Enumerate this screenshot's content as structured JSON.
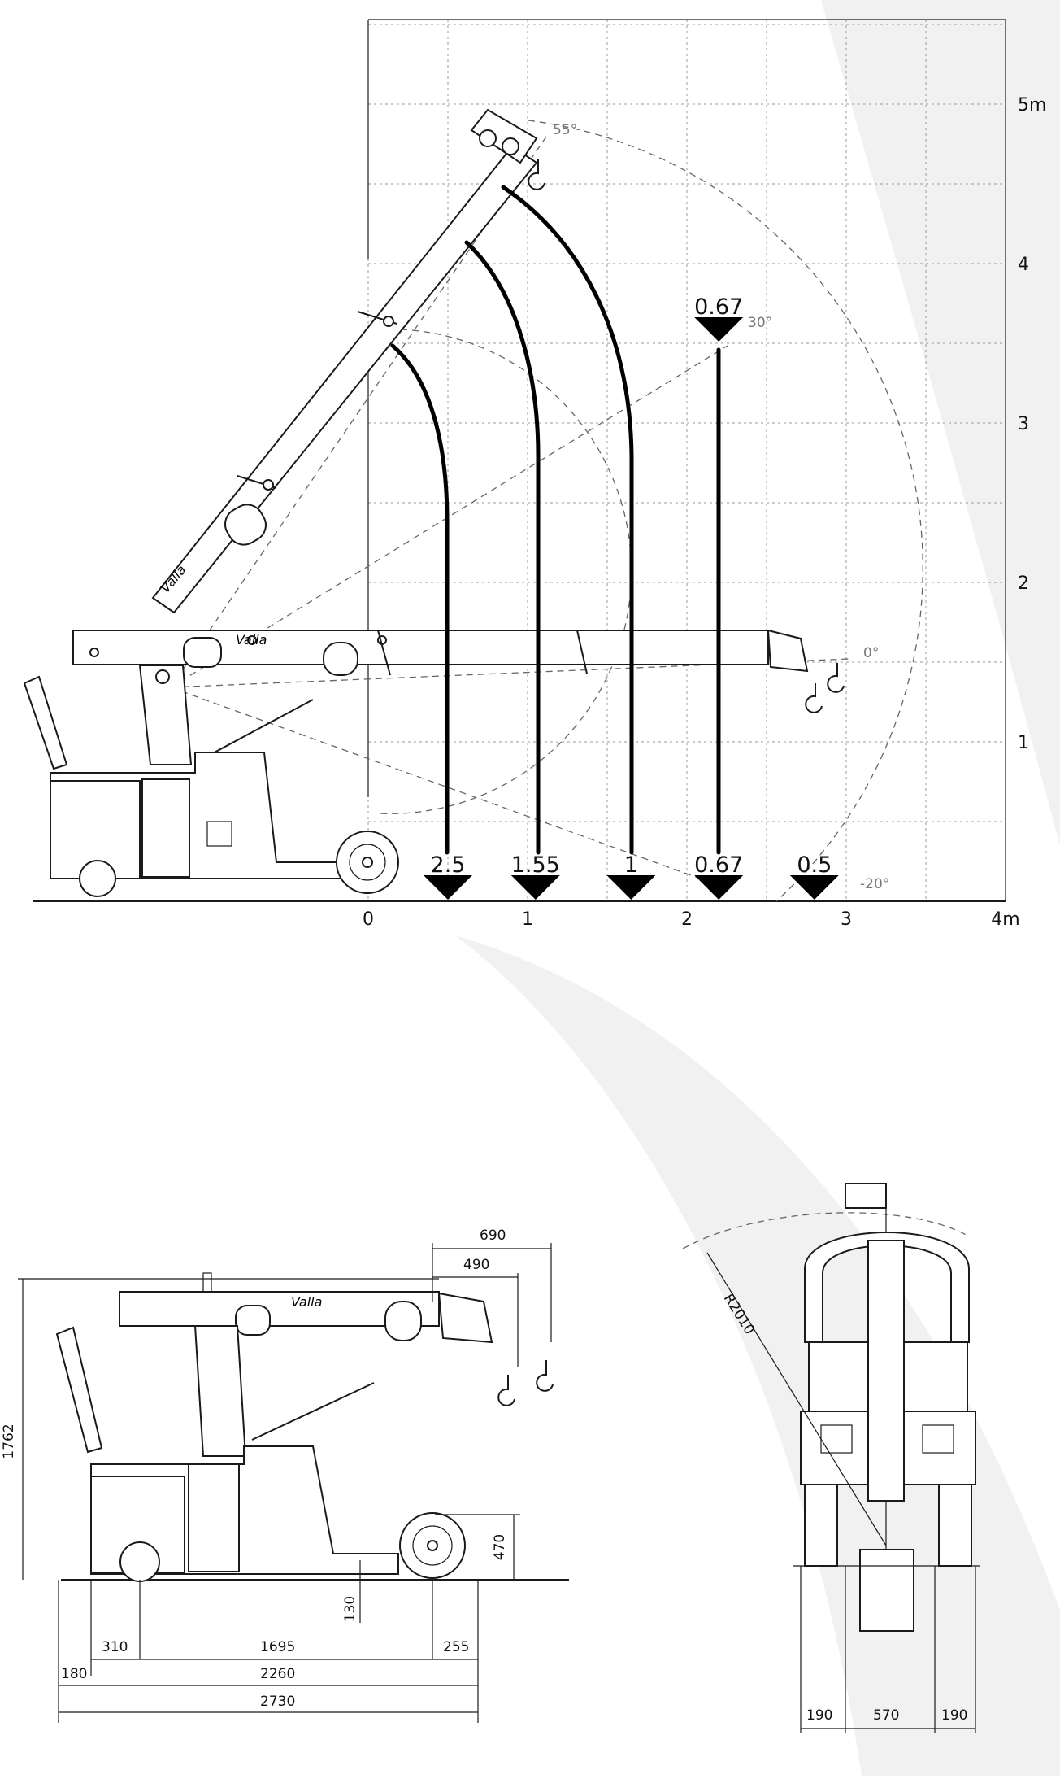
{
  "chart_data": {
    "type": "diagram",
    "x_ticks": [
      "0",
      "1",
      "2",
      "3",
      "4m"
    ],
    "y_ticks": [
      "1",
      "2",
      "3",
      "4",
      "5m"
    ],
    "angles": [
      "55°",
      "30°",
      "0°",
      "-20°"
    ],
    "loads": [
      {
        "value": "2.5",
        "x": 0.5
      },
      {
        "value": "1.55",
        "x": 1.05
      },
      {
        "value": "1",
        "x": 1.65
      },
      {
        "value": "0.67",
        "x": 2.2
      },
      {
        "value": "0.5",
        "x": 2.8
      }
    ],
    "load_top": {
      "value": "0.67",
      "x": 2.2,
      "y": 3.5
    },
    "brand": "Valla"
  },
  "side_view": {
    "dimensions": {
      "d690": "690",
      "d490": "490",
      "height": "1762",
      "d470": "470",
      "d130": "130",
      "d310": "310",
      "d1695": "1695",
      "d255": "255",
      "d180": "180",
      "d2260": "2260",
      "d2730": "2730"
    }
  },
  "front_view": {
    "radius": "R2010",
    "d190a": "190",
    "d570": "570",
    "d190b": "190"
  }
}
